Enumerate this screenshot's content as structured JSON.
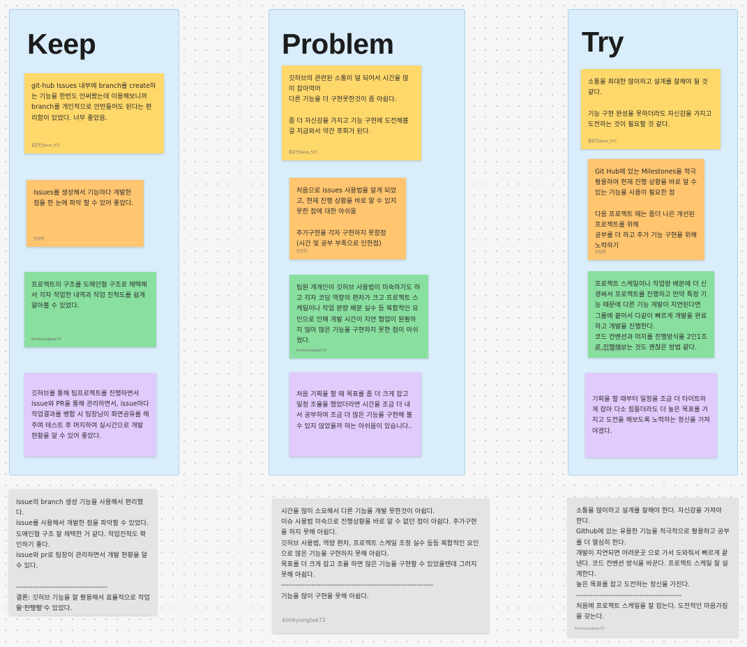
{
  "columns": {
    "keep": {
      "title": "Keep"
    },
    "problem": {
      "title": "Problem"
    },
    "try": {
      "title": "Try"
    }
  },
  "notes": {
    "keep_1": {
      "text": "git-hub Issues 내부에 branch를 create하는 기능을 한번도 안써봤는데 이용해보니까 branch를 개인적으로 안만들어도 된다는 편리함이 있었다. 너무 좋았음.",
      "author": "홍준민(Java_57)"
    },
    "keep_2": {
      "text": "issues를 생성해서 기능마다 개발한 점을 한 눈에 파악 할 수 있어 좋았다.",
      "author": "신심영"
    },
    "keep_3": {
      "text": "프로젝트의 구조를 도메인형 구조로 채택해서 각자 작업한 내역과 작업 진척도를 쉽게 알아볼 수 있었다.",
      "author": "kimkyungtae72"
    },
    "keep_4": {
      "text": "깃허브를 통해 팀프로젝트를 진행하면서 issue와 PR을 통해 관리하면서, issue마다 작업결과를 병합 시 팀장님이 화면공유를 해주며 테스트 후 머지하여 실시간으로 개발 현황을 알 수 있어 좋았다.",
      "author": ""
    },
    "problem_1": {
      "text": "깃허브의 관련된 소통이 덜 되어서 시간을 많이 잡아먹어\n다른 기능을 더 구현못한것이 좀 아쉽다.\n\n좀 더 자신감을 가지고 기능 구현에 도전해볼걸 지금와서 약간 후회가 된다.",
      "author": "홍준민(Java_57)"
    },
    "problem_2": {
      "text": "처음으로 issues 사용법을 알게 되었고, 현재 진행 상황을 바로 알 수 있지 못한 점에 대한 아쉬움\n\n추가구현을 각자 구현하지 못함점\n(시간 및 공부 부족으로 인한점)",
      "author": "안선희"
    },
    "problem_3": {
      "text": "팀원 개개인이 깃허브 사용법이 미숙하기도 하고 각자 코딩 역량의 편차가 크고 프로젝트 스케일이나 작업 분량 배분 실수 등 복합적인 요인으로 인해 개발 시간이 지연 협업이 원활하지 않아 많은 기능을 구현하지 못한 점이 아쉬웠다.",
      "author": "kimkyungtae72"
    },
    "problem_4": {
      "text": "처음 기획을 할 때 목표를 좀 더 크게 잡고 일정 조율을 했었더라면 시간을 조금 더 내서 공부하여 조금 더 많은 기능을 구현해 볼 수 있지 않았을까 하는 아쉬움이 있습니다..",
      "author": ""
    },
    "try_1": {
      "text": "소통을 최대한 많이하고 설계를 잘해야 될 것 같다.\n\n기능 구현 완성을 못하더라도 자신감을 가지고 도전하는 것이 필요할 것 같다.",
      "author": "홍준민(Java_57)"
    },
    "try_2": {
      "text": "Git Hub에 있는 Milestones을 적극 활용하여 현재 진행 상황을 바로 알 수 있는 기능을 사용이 필요한 점\n\n다음 프로젝트 때는 좀더 나은 개선된 프로젝트를 위해\n공부를 더 하고 추가 기능 구현을 위해 노력하기",
      "author": "신심영"
    },
    "try_3": {
      "text": "프로젝트 스케일이나 작업량 배분에 더 신경써서 프로젝트를 진행하고 만약 특정 기능 때문에 다른 기능 개발이 지연된다면 그룹에 붙어서 다같이 빠르게 개발을 완료하고 개발을 진행한다.\n코드 컨벤션과 머지를 진행방식을 2인1조로 진행해보는 것도 괜찮은 방법 같다.",
      "author": "kimkyungtae72"
    },
    "try_4": {
      "text": "기획을 할 때부터 일정을 조금 더 타이트하게 잡아 다소 힘들더라도 더 높은 목표를 가지고 도전을 해보도록 노력하는 정신을 가져야겠다.",
      "author": ""
    },
    "summary_keep": {
      "text": "issue의 branch 생성 기능을 사용해서 편리했다.\nissue를 사용해서 개발한 점을 파악할 수 있었다.\n도메인형 구조 잘 채택한 거 같다. 작업진척도 확인하기 좋다.\nissue와 pr로 팀장이 관리하면서 개발 현황을 알 수 있다.\n\n---------------------------------------\n결론: 깃허브 기능을 잘 활용해서 효율적으로 작업을 진행할 수 있었다.",
      "author": "kimkyungtae72"
    },
    "summary_problem": {
      "text": "시간을 많이 소요해서 다른 기능을 개발 못한것이 아쉽다.\n이슈 사용법 미숙으로 진행상황을 바로 알 수 없던 점이 아쉽다. 추가구현을 하지 못해 아쉽다.\n깃허브 사용법, 역량 편차, 프로젝트 스케일 조정 실수 등등 복합적인 요인으로 많은 기능을 구현하지 못해 아쉽다.\n목표를 더 크게 잡고 조율 하면 많은 기능을 구현할 수 있었을텐데 그러지 못해 아쉽다.\n-----------------------------------------------------------------\n기능을 많이 구현을 못해 아쉽다.",
      "author": "kimkyungtae72"
    },
    "summary_try": {
      "text": "소통을 많이하고 설계를 잘해야 한다. 자신감을 가져야 한다.\nGithub에 있는 유용한 기능을 적극적으로 활용하고 공부를 더 열심히 한다.\n개발이 지연되면 어려운곳 으로 가서 도와줘서 빠르게 끝낸다. 코드 컨벤션 방식을 바꾼다. 프로젝트 스케일 잘 설계한다.\n높은 목표를 잡고 도전하는 정신을 가진다.\n---------------------------------------------\n처음에 프로젝트 스케일을 잘 잡는다. 도전적인 마음가짐을 갖는다.",
      "author": "kimkyungtae72"
    }
  }
}
